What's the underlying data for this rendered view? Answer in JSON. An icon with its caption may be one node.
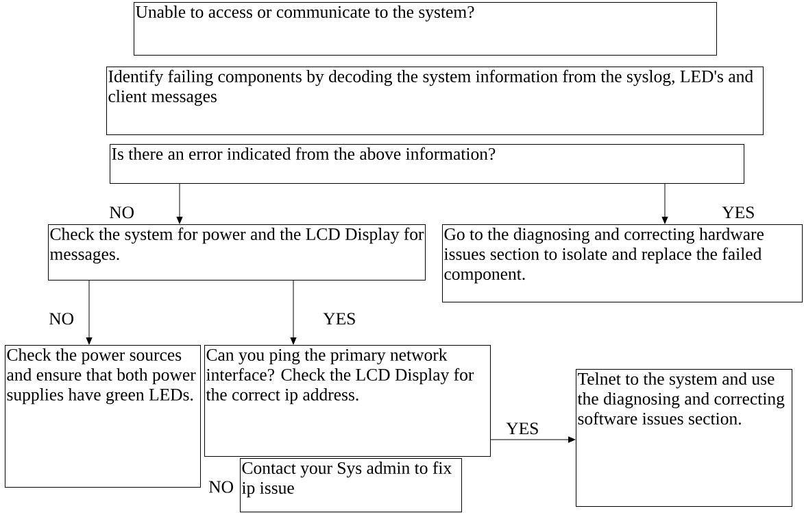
{
  "diagram": {
    "nodes": [
      {
        "text": [
          "Unable to access or communicate to the system?"
        ]
      },
      {
        "text": [
          "Identify failing components by decoding the system information from the syslog, LED's and client messages"
        ]
      },
      {
        "text": [
          "Is there an error indicated from the above information?"
        ]
      },
      {
        "text": [
          "Check the system for power and the LCD Display for messages."
        ]
      },
      {
        "text": [
          "Go to the diagnosing and correcting hardware issues section to isolate and replace the failed component."
        ]
      },
      {
        "text": [
          "Check the power sources and ensure that both power supplies have green LEDs."
        ]
      },
      {
        "text": [
          "Can you ping the primary network interface? Check the LCD Display for the correct ip address."
        ]
      },
      {
        "text": [
          "Contact your Sys admin to fix ip issue"
        ]
      },
      {
        "text": [
          "Telnet to the system and use the diagnosing and correcting software issues section."
        ]
      }
    ],
    "edges": [
      {
        "from": 2,
        "to": 3,
        "arrow": "to",
        "label": "NO"
      },
      {
        "from": 2,
        "to": 4,
        "arrow": "to",
        "label": "YES"
      },
      {
        "from": 3,
        "to": 5,
        "arrow": "to",
        "label": "NO"
      },
      {
        "from": 3,
        "to": 6,
        "arrow": "to",
        "label": "YES"
      },
      {
        "from": 6,
        "to": 8,
        "arrow": "to",
        "label": "YES"
      }
    ],
    "labels": [
      "NO"
    ]
  }
}
